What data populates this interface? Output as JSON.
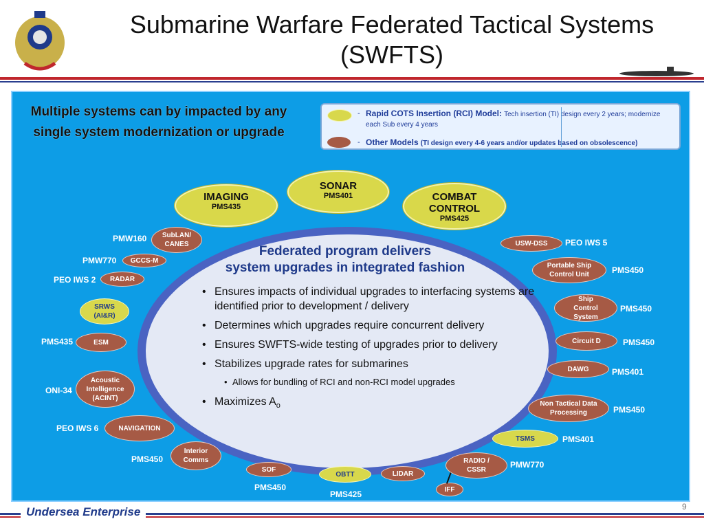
{
  "title": "Submarine Warfare Federated Tactical Systems (SWFTS)",
  "headline": "Multiple systems can by impacted by any single system modernization or upgrade",
  "legend": {
    "rci_label": "Rapid COTS Insertion (RCI) Model:",
    "rci_text": "Tech insertion (TI) design every 2 years; modernize each Sub every 4 years",
    "other_label": "Other Models",
    "other_text": "(TI design every 4-6 years and/or updates based on obsolescence)",
    "dash": "-",
    "rci_color": "#d8d84c",
    "other_color": "#a65a45"
  },
  "major": {
    "imaging": {
      "name": "IMAGING",
      "pms": "PMS435"
    },
    "sonar": {
      "name": "SONAR",
      "pms": "PMS401"
    },
    "combat": {
      "name": "COMBAT CONTROL",
      "pms": "PMS425"
    }
  },
  "center": {
    "title_line1": "Federated program delivers",
    "title_line2": "system upgrades in integrated fashion",
    "bullets": [
      "Ensures impacts of individual upgrades to interfacing systems are identified prior to development / delivery",
      "Determines which upgrades require concurrent delivery",
      "Ensures SWFTS-wide testing of upgrades prior to delivery",
      "Stabilizes upgrade rates for submarines"
    ],
    "sub_bullet": "Allows for bundling of RCI and non-RCI model upgrades",
    "last_bullet": "Maximizes A",
    "last_bullet_sub": "o"
  },
  "nodes": {
    "sublan": "SubLAN/ CANES",
    "gccs": "GCCS-M",
    "radar": "RADAR",
    "srws": "SRWS (AI&R)",
    "esm": "ESM",
    "acoustic": "Acoustic Intelligence (ACINT)",
    "navigation": "NAVIGATION",
    "interior": "Interior Comms",
    "sof": "SOF",
    "obtt": "OBTT",
    "lidar": "LIDAR",
    "iff": "IFF",
    "radio": "RADIO / CSSR",
    "tsms": "TSMS",
    "nontactical": "Non Tactical Data Processing",
    "dawg": "DAWG",
    "circuitd": "Circuit  D",
    "shipcontrol": "Ship Control System",
    "portable": "Portable Ship Control Unit",
    "ussdss": "USW-DSS"
  },
  "labels": {
    "pmw160": "PMW160",
    "pmw770a": "PMW770",
    "peoiws2": "PEO IWS 2",
    "pms435": "PMS435",
    "oni34": "ONI-34",
    "peoiws6": "PEO IWS 6",
    "pms450a": "PMS450",
    "pms450b": "PMS450",
    "pms425": "PMS425",
    "pmw770b": "PMW770",
    "pms401a": "PMS401",
    "pms450c": "PMS450",
    "pms401b": "PMS401",
    "pms450d": "PMS450",
    "pms450e": "PMS450",
    "pms450f": "PMS450",
    "peoiws5": "PEO IWS 5"
  },
  "footer": "Undersea Enterprise",
  "page_number": "9"
}
